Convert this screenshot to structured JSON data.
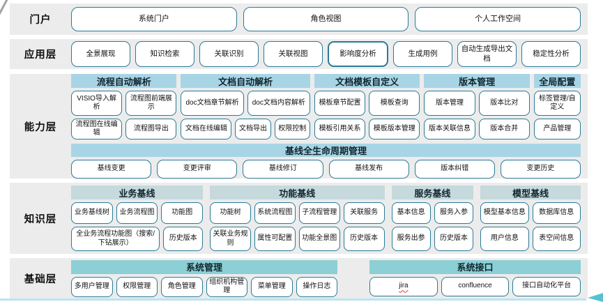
{
  "portal": {
    "label": "门户",
    "boxes": [
      "系统门户",
      "角色视图",
      "个人工作空间"
    ]
  },
  "application": {
    "label": "应用层",
    "boxes": [
      "全景展现",
      "知识检索",
      "关联识别",
      "关联视图",
      "影响度分析",
      "生成用例",
      "自动生成导出文档",
      "稳定性分析"
    ]
  },
  "capability": {
    "label": "能力层",
    "groups": [
      {
        "header": "流程自动解析",
        "row1": [
          "VISIO导入解析",
          "流程图前端展示"
        ],
        "row2": [
          "流程图在线编辑",
          "流程图导出"
        ]
      },
      {
        "header": "文档自动解析",
        "row1": [
          "doc文档章节解析",
          "doc文档内容解析"
        ],
        "row2": [
          "文档在线编辑",
          "文档导出",
          "权限控制"
        ]
      },
      {
        "header": "文档模板自定义",
        "row1": [
          "模板章节配置",
          "模板查询"
        ],
        "row2": [
          "模板引用关系",
          "模板版本管理"
        ]
      },
      {
        "header": "版本管理",
        "row1": [
          "版本管理",
          "版本比对"
        ],
        "row2": [
          "版本关联信息",
          "版本合并"
        ]
      },
      {
        "header": "全局配置",
        "row1": [
          "标签管理/自定义"
        ],
        "row2": [
          "产品管理"
        ]
      }
    ],
    "baseline": {
      "header": "基线全生命周期管理",
      "boxes": [
        "基线变更",
        "变更评审",
        "基线修订",
        "基线发布",
        "版本纠错",
        "变更历史"
      ]
    }
  },
  "knowledge": {
    "label": "知识层",
    "groups": [
      {
        "header": "业务基线",
        "row1": [
          "业务基线树",
          "业务流程图",
          "功能图"
        ],
        "row2": [
          "全业务流程功能图（搜索/下钻展示）",
          "历史版本"
        ]
      },
      {
        "header": "功能基线",
        "row1": [
          "功能树",
          "系统流程图",
          "子流程管理",
          "关联服务"
        ],
        "row2": [
          "关联业务规则",
          "属性可配置",
          "功能全景图",
          "历史版本"
        ]
      },
      {
        "header": "服务基线",
        "row1": [
          "基本信息",
          "服务入参"
        ],
        "row2": [
          "服务出参",
          "历史版本"
        ]
      },
      {
        "header": "模型基线",
        "row1": [
          "模型基本信息",
          "数据库信息"
        ],
        "row2": [
          "用户信息",
          "表空间信息"
        ]
      }
    ]
  },
  "foundation": {
    "label": "基础层",
    "groups": [
      {
        "header": "系统管理",
        "boxes": [
          "多用户管理",
          "权限管理",
          "角色管理",
          "组织机构管理",
          "菜单管理",
          "操作日志"
        ]
      },
      {
        "header": "系统接口",
        "boxes": [
          "jira",
          "confluence",
          "接口自动化平台"
        ]
      }
    ]
  },
  "colors": {
    "band_background": "#ececec",
    "capability_header": "#a8d5e5",
    "knowledge_header": "#c6d9dd",
    "foundation_header": "#8ccfd5",
    "box_border": "#2a7a95",
    "bottom_line": "#bce4f0",
    "bottom_arrow": "#58c1cf",
    "spellcheck_underline": "#d23b3b"
  }
}
